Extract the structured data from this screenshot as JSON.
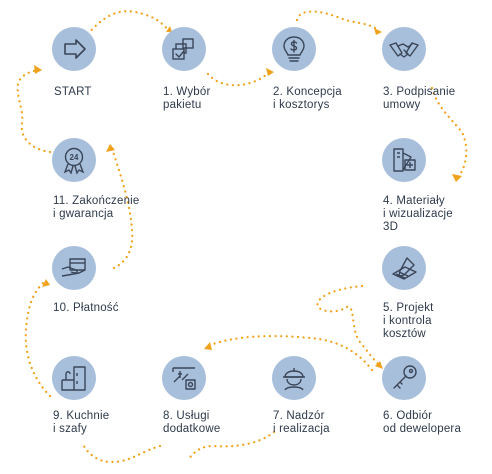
{
  "colors": {
    "circle": "#a8bfdc",
    "icon": "#3a4658",
    "path": "#f0a21c",
    "text": "#2e3a4b"
  },
  "steps": [
    {
      "id": "start",
      "label": "START",
      "icon": "arrow-right-icon"
    },
    {
      "id": "1",
      "label": "1. Wybór\npakietu",
      "icon": "package-select-icon"
    },
    {
      "id": "2",
      "label": "2. Koncepcja\ni kosztorys",
      "icon": "lightbulb-dollar-icon"
    },
    {
      "id": "3",
      "label": "3. Podpisanie\numowy",
      "icon": "handshake-icon"
    },
    {
      "id": "4",
      "label": "4. Materiały\ni wizualizacje\n3D",
      "icon": "materials-swatch-icon"
    },
    {
      "id": "5",
      "label": "5. Projekt\ni kontrola\nkosztów",
      "icon": "blueprint-pencil-icon"
    },
    {
      "id": "6",
      "label": "6. Odbiór\nod dewelopera",
      "icon": "key-icon"
    },
    {
      "id": "7",
      "label": "7. Nadzór\ni realizacja",
      "icon": "worker-helmet-icon"
    },
    {
      "id": "8",
      "label": "8. Usługi\ndodatkowe",
      "icon": "services-tools-icon"
    },
    {
      "id": "9",
      "label": "9. Kuchnie\ni szafy",
      "icon": "kitchen-cabinet-icon"
    },
    {
      "id": "10",
      "label": "10. Płatność",
      "icon": "card-payment-icon"
    },
    {
      "id": "11",
      "label": "11. Zakończenie\ni gwarancja",
      "icon": "guarantee-24-icon"
    }
  ]
}
